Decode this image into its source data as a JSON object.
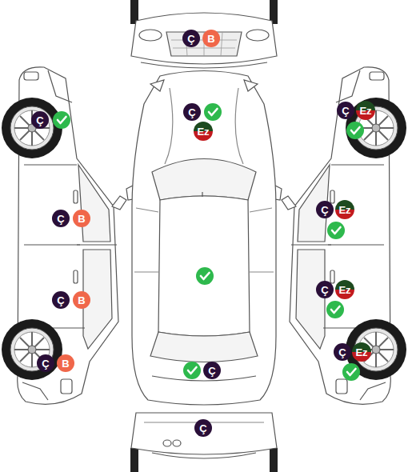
{
  "diagram": {
    "nodes": [
      {
        "text": [
          "Ç"
        ]
      },
      {
        "text": [
          "B"
        ]
      },
      {
        "text": [
          "Ç"
        ]
      },
      {
        "text": [
          "Ez"
        ]
      },
      {
        "text": [
          "Ç"
        ]
      },
      {
        "text": [
          "Ç"
        ]
      },
      {
        "text": [
          "B"
        ]
      },
      {
        "text": [
          "Ç"
        ]
      },
      {
        "text": [
          "B"
        ]
      },
      {
        "text": [
          "Ç"
        ]
      },
      {
        "text": [
          "B"
        ]
      },
      {
        "text": [
          "Ç"
        ]
      },
      {
        "text": [
          "Ez"
        ]
      },
      {
        "text": [
          "Ç"
        ]
      },
      {
        "text": [
          "Ez"
        ]
      },
      {
        "text": [
          "Ç"
        ]
      },
      {
        "text": [
          "Ez"
        ]
      },
      {
        "text": [
          "Ç"
        ]
      },
      {
        "text": [
          "Ez"
        ]
      },
      {
        "text": [
          "Ç"
        ]
      },
      {
        "text": [
          "Ç"
        ]
      }
    ]
  }
}
